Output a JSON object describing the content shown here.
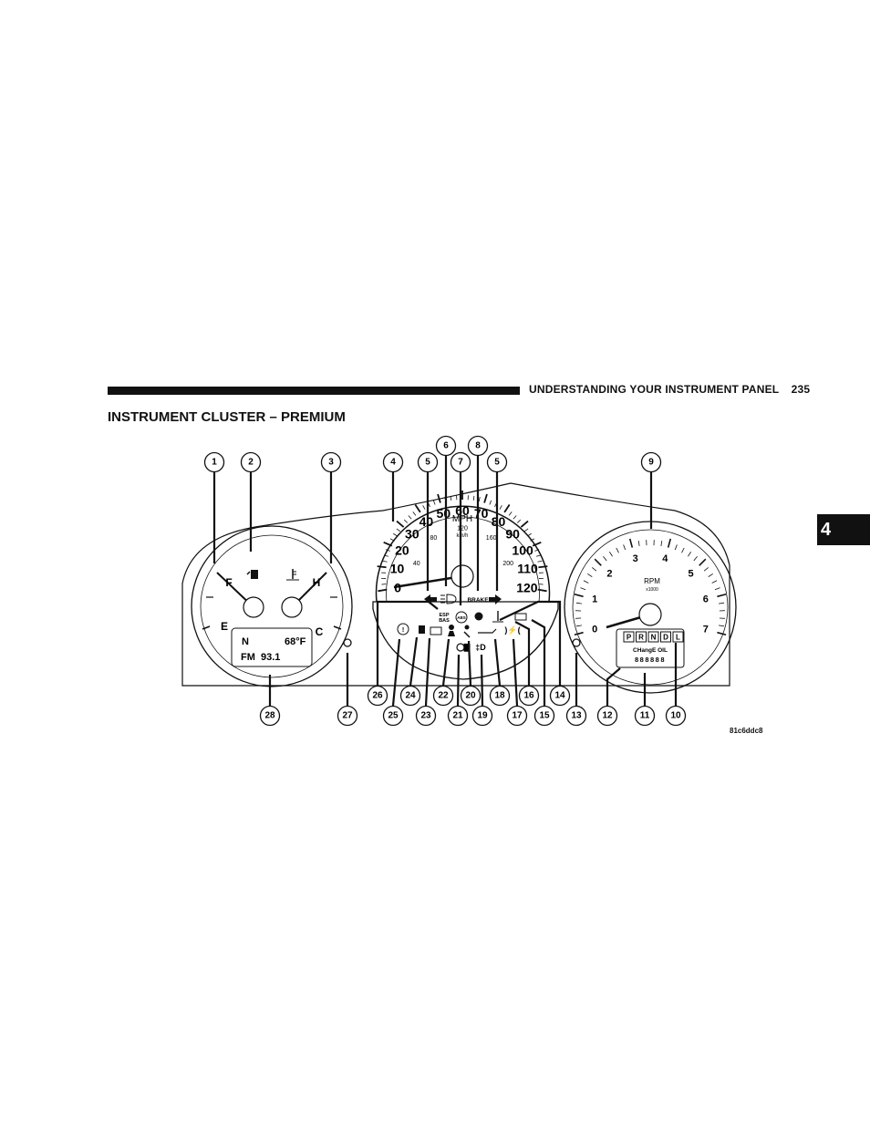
{
  "header": {
    "section": "UNDERSTANDING YOUR INSTRUMENT PANEL",
    "page_number": "235"
  },
  "title": "INSTRUMENT CLUSTER – PREMIUM",
  "chapter_tab": "4",
  "figure_code": "81c6ddc8",
  "fuel_gauge": {
    "empty": "E",
    "full": "F"
  },
  "temp_gauge": {
    "cold": "C",
    "hot": "H"
  },
  "odometer": {
    "gear": "N",
    "temp": "68°F",
    "radio": "FM  93.1"
  },
  "speedometer": {
    "mph_labels": [
      "0",
      "10",
      "20",
      "30",
      "40",
      "50",
      "60",
      "70",
      "80",
      "90",
      "100",
      "110",
      "120"
    ],
    "kmh_labels": [
      "40",
      "80",
      "120",
      "160",
      "200"
    ],
    "unit_mph": "MPH",
    "unit_kmh": "km/h",
    "brake_label": "BRAKE",
    "esp_label": "ESP\nBAS"
  },
  "tachometer": {
    "labels": [
      "0",
      "1",
      "2",
      "3",
      "4",
      "5",
      "6",
      "7"
    ],
    "unit": "RPM",
    "multiplier": "x1000",
    "prndl": [
      "P",
      "R",
      "N",
      "D",
      "L"
    ],
    "message": "CHangE OIL",
    "odo_digits": "888888"
  },
  "callouts_top": [
    "1",
    "2",
    "3",
    "4",
    "5",
    "6",
    "7",
    "8",
    "5",
    "9"
  ],
  "callouts_bottom_row1": [
    "26",
    "24",
    "22",
    "20",
    "18",
    "16",
    "14"
  ],
  "callouts_bottom_row2": [
    "28",
    "27",
    "25",
    "23",
    "21",
    "19",
    "17",
    "15",
    "13",
    "12",
    "11",
    "10"
  ]
}
